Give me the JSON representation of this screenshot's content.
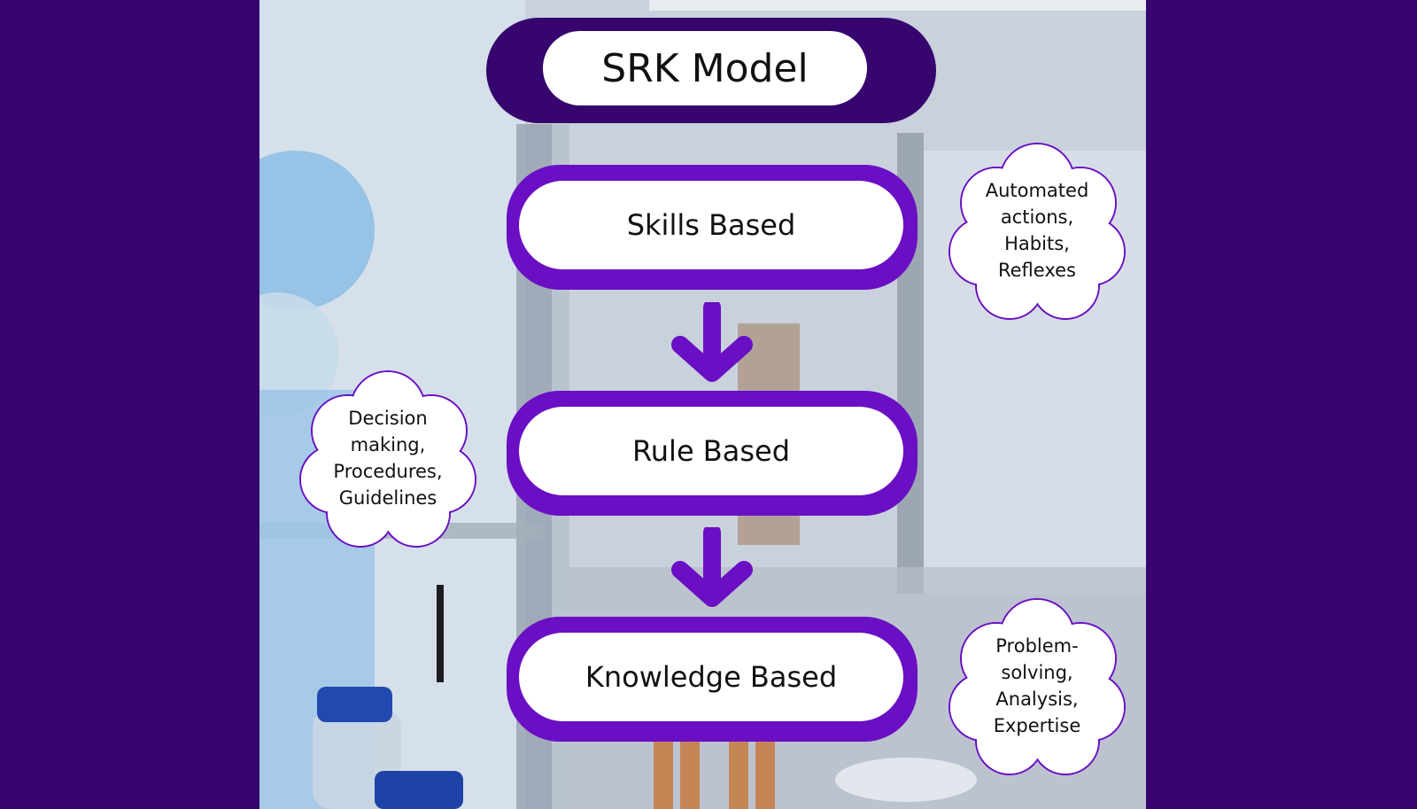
{
  "diagram": {
    "title": "SRK Model",
    "levels": [
      {
        "label": "Skills Based"
      },
      {
        "label": "Rule Based"
      },
      {
        "label": "Knowledge Based"
      }
    ],
    "notes": [
      {
        "text": "Automated\nactions,\nHabits,\nReflexes"
      },
      {
        "text": "Decision\nmaking,\nProcedures,\nGuidelines"
      },
      {
        "text": "Problem-\nsolving,\nAnalysis,\nExpertise"
      }
    ]
  },
  "colors": {
    "background": "#36066e",
    "accent": "#6a0fc4",
    "box_fill": "#ffffff"
  }
}
